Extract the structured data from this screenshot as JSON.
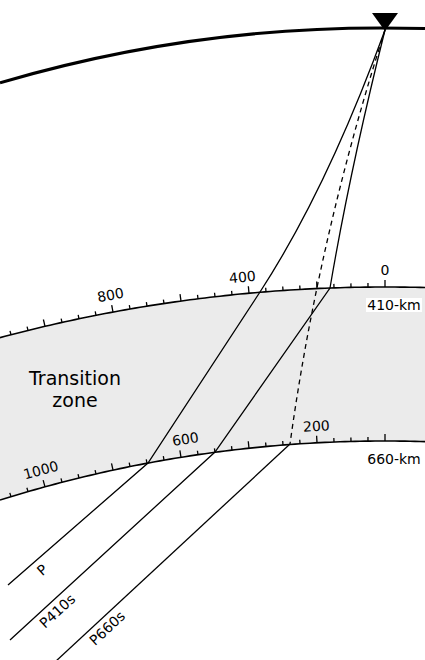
{
  "diagram": {
    "nodes": [
      {
        "text": [
          "Transition zone"
        ]
      }
    ],
    "labels": [
      "0",
      "400",
      "800",
      "410-km",
      "200",
      "600",
      "1000",
      "660-km",
      "P",
      "P410s",
      "P660s"
    ]
  }
}
